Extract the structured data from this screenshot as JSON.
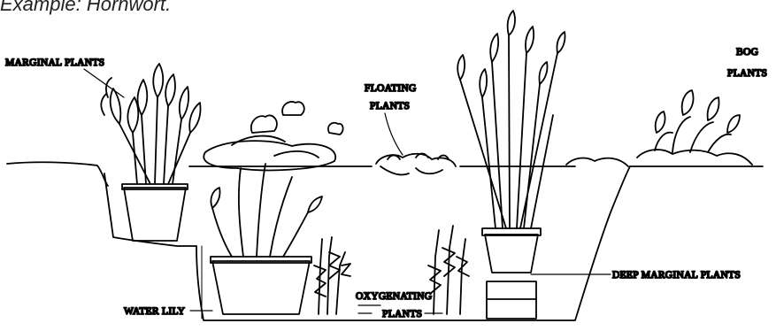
{
  "caption": "Example: Hornwort.",
  "labels": {
    "marginal": "MARGINAL PLANTS",
    "floating_1": "FLOATING",
    "floating_2": "PLANTS",
    "bog_1": "BOG",
    "bog_2": "PLANTS",
    "water_lily": "WATER LILY",
    "oxygenating_1": "OXYGENATING",
    "oxygenating_2": "PLANTS",
    "deep_marginal": "DEEP MARGINAL PLANTS"
  },
  "icons": [
    "pond-diagram-illustration"
  ]
}
